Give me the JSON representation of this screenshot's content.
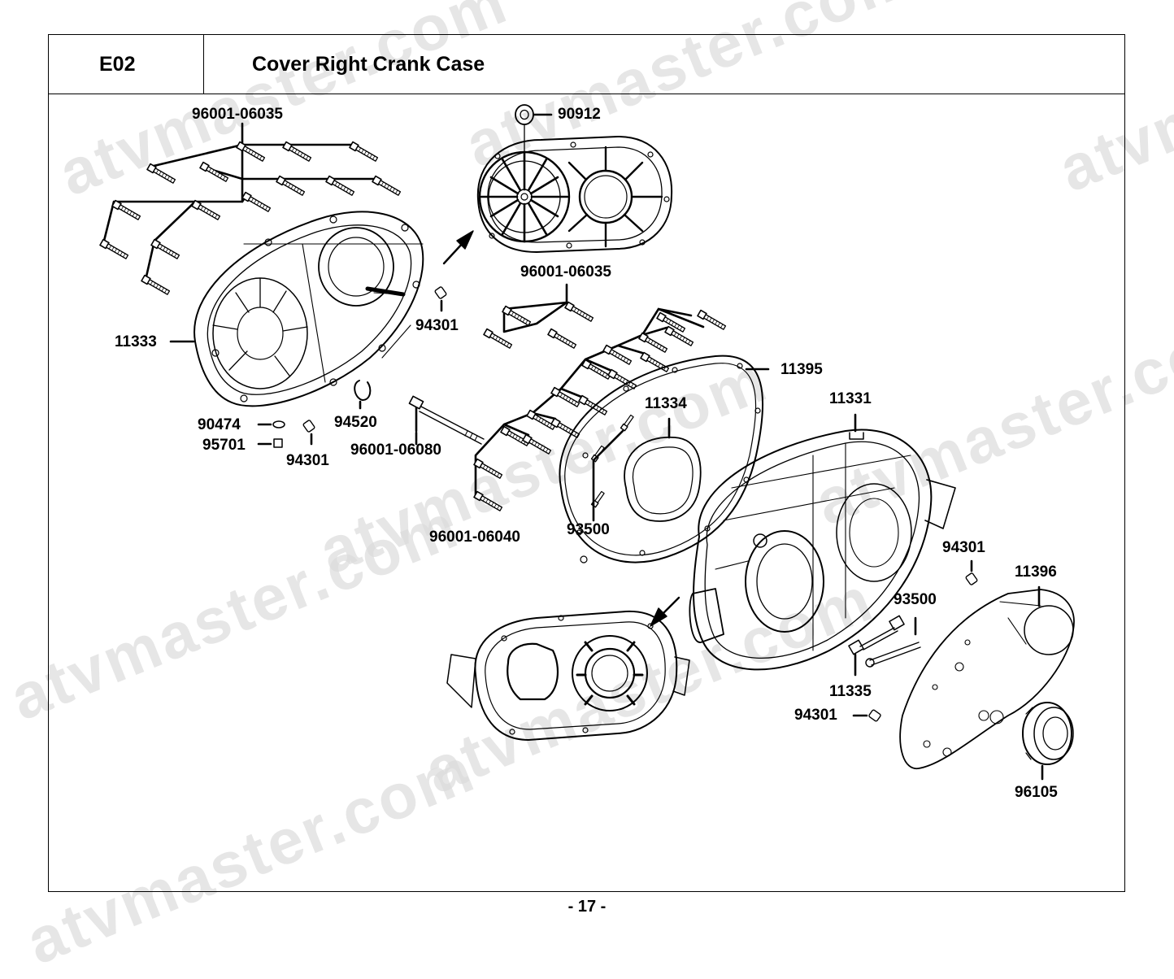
{
  "header": {
    "code": "E02",
    "title": "Cover Right Crank Case"
  },
  "footer": {
    "page": "- 17 -"
  },
  "watermark": "atvmaster.com",
  "callouts": [
    "96001-06035",
    "90912",
    "11333",
    "94301",
    "96001-06035",
    "11395",
    "11334",
    "11331",
    "90474",
    "95701",
    "94520",
    "94301",
    "96001-06080",
    "96001-06040",
    "93500",
    "94301",
    "11396",
    "93500",
    "11335",
    "94301",
    "96105"
  ]
}
